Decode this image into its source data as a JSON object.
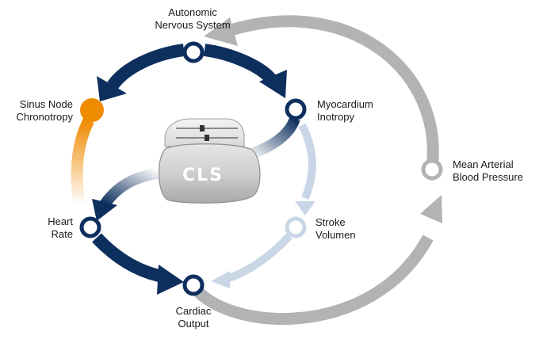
{
  "colors": {
    "navy": "#0d2f5e",
    "gray": "#b1b3b5",
    "light_blue": "#c9d6e6",
    "orange": "#ef8b00"
  },
  "device": {
    "text": "CLS"
  },
  "nodes": {
    "autonomic": {
      "line1": "Autonomic",
      "line2": "Nervous System",
      "color": "navy"
    },
    "sinus": {
      "line1": "Sinus Node",
      "line2": "Chronotropy",
      "color": "orange"
    },
    "myocardium": {
      "line1": "Myocardium",
      "line2": "Inotropy",
      "color": "navy"
    },
    "map": {
      "line1": "Mean Arterial",
      "line2": "Blood Pressure",
      "color": "gray"
    },
    "heart_rate": {
      "line1": "Heart",
      "line2": "Rate",
      "color": "navy"
    },
    "stroke": {
      "line1": "Stroke",
      "line2": "Volumen",
      "color": "light_blue"
    },
    "cardiac": {
      "line1": "Cardiac",
      "line2": "Output",
      "color": "navy"
    }
  }
}
